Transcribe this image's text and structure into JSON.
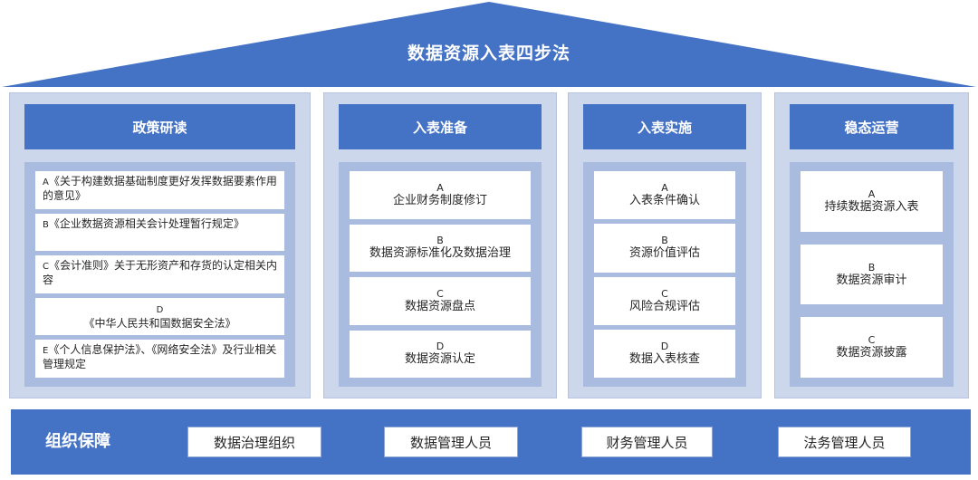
{
  "title": "数据资源入表四步法",
  "pillars": [
    {
      "header": "政策研读",
      "items": [
        {
          "letter": "A",
          "text": "《关于构建数据基础制度更好发挥数据要素作用的意见》"
        },
        {
          "letter": "B",
          "text": "《企业数据资源相关会计处理暂行规定》"
        },
        {
          "letter": "C",
          "text": "《会计准则》关于无形资产和存货的认定相关内容"
        },
        {
          "letter": "D",
          "text": "《中华人民共和国数据安全法》"
        },
        {
          "letter": "E",
          "text": "《个人信息保护法》、《网络安全法》及行业相关管理规定"
        }
      ]
    },
    {
      "header": "入表准备",
      "items": [
        {
          "letter": "A",
          "text": "企业财务制度修订"
        },
        {
          "letter": "B",
          "text": "数据资源标准化及数据治理"
        },
        {
          "letter": "C",
          "text": "数据资源盘点"
        },
        {
          "letter": "D",
          "text": "数据资源认定"
        }
      ]
    },
    {
      "header": "入表实施",
      "items": [
        {
          "letter": "A",
          "text": "入表条件确认"
        },
        {
          "letter": "B",
          "text": "资源价值评估"
        },
        {
          "letter": "C",
          "text": "风险合规评估"
        },
        {
          "letter": "D",
          "text": "数据入表核查"
        }
      ]
    },
    {
      "header": "稳态运营",
      "items": [
        {
          "letter": "A",
          "text": "持续数据资源入表"
        },
        {
          "letter": "B",
          "text": "数据资源审计"
        },
        {
          "letter": "C",
          "text": "数据资源披露"
        }
      ]
    }
  ],
  "foundation": {
    "title": "组织保障",
    "items": [
      "数据治理组织",
      "数据管理人员",
      "财务管理人员",
      "法务管理人员"
    ]
  }
}
